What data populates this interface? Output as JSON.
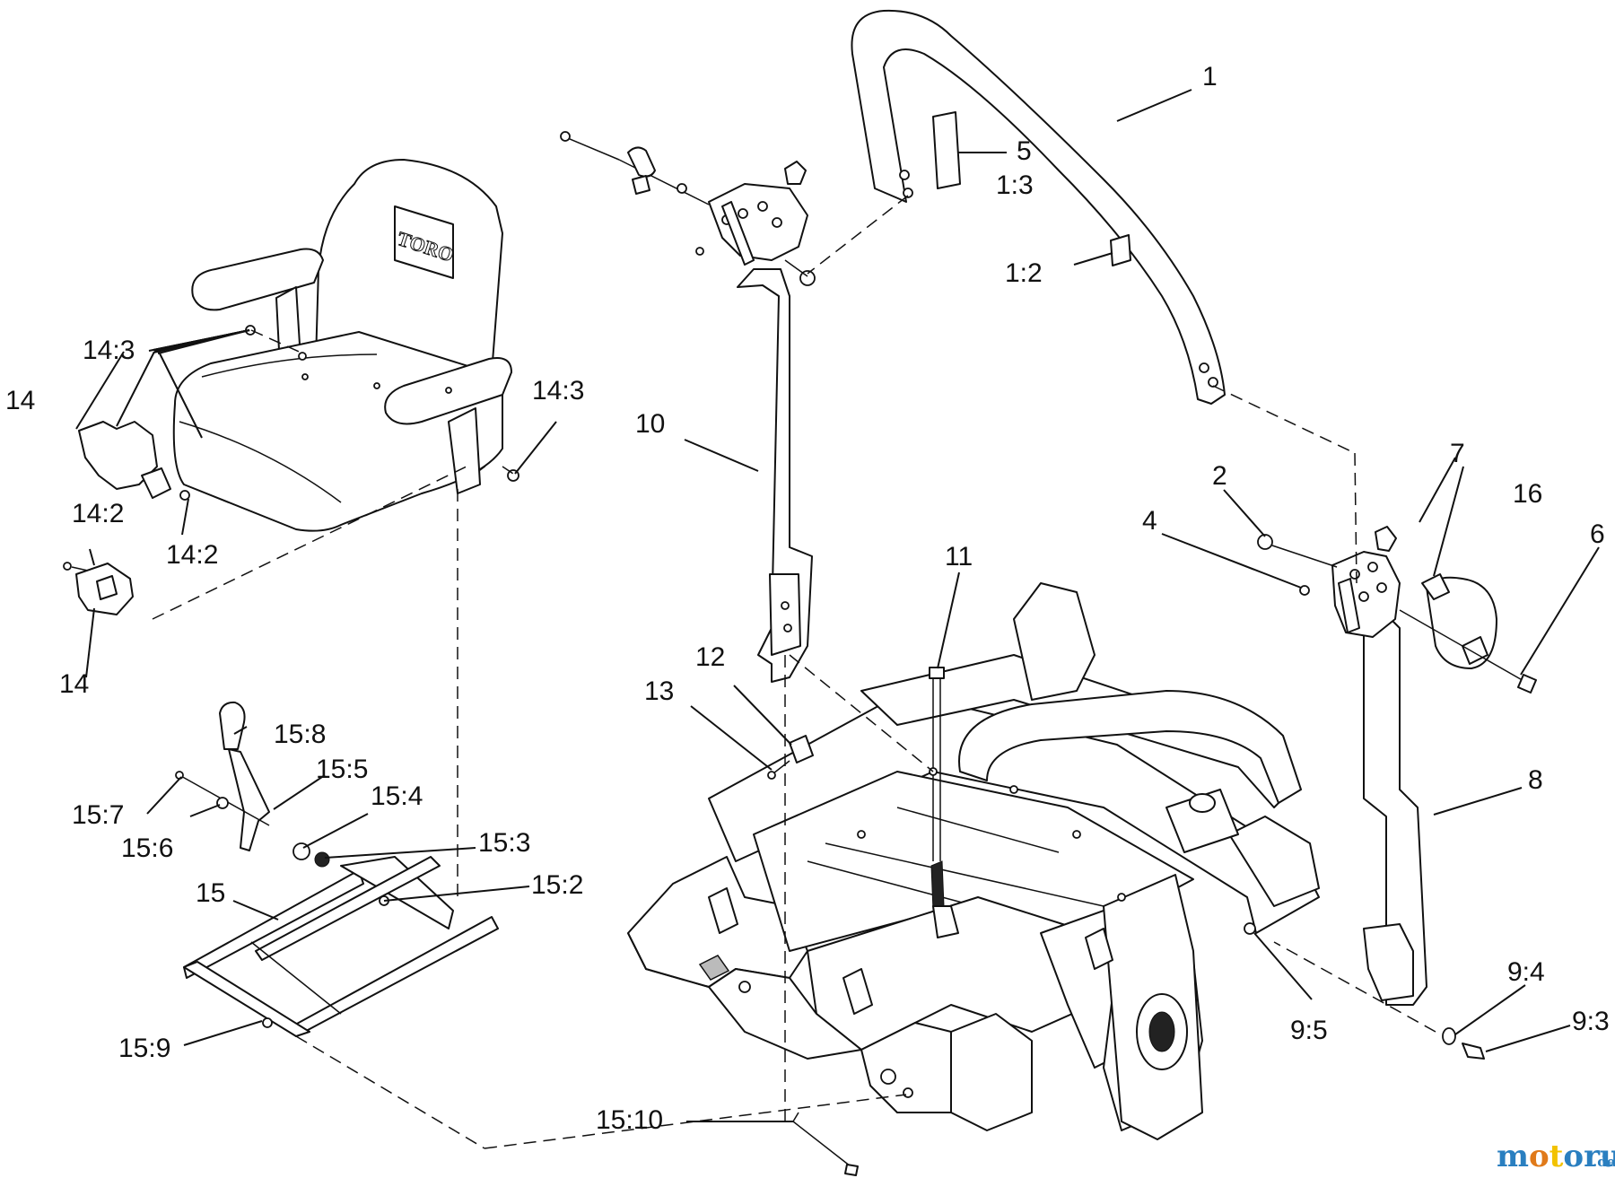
{
  "callouts": {
    "c1": "1",
    "c1_2": "1:2",
    "c1_3": "1:3",
    "c2": "2",
    "c4": "4",
    "c5": "5",
    "c6": "6",
    "c7": "7",
    "c8": "8",
    "c9_3": "9:3",
    "c9_4": "9:4",
    "c9_5": "9:5",
    "c10": "10",
    "c11": "11",
    "c12": "12",
    "c13": "13",
    "c14_a": "14",
    "c14_b": "14",
    "c14_2a": "14:2",
    "c14_2b": "14:2",
    "c14_3a": "14:3",
    "c14_3b": "14:3",
    "c15": "15",
    "c15_2": "15:2",
    "c15_3": "15:3",
    "c15_4": "15:4",
    "c15_5": "15:5",
    "c15_6": "15:6",
    "c15_7": "15:7",
    "c15_8": "15:8",
    "c15_9": "15:9",
    "c15_10": "15:10",
    "c16": "16"
  },
  "seat_brand": "TORO",
  "watermark": {
    "text": "motoruf",
    "suffix": ".de",
    "colors": {
      "m": "#2a7fc0",
      "o": "#e07a1a",
      "t": "#f2c200",
      "rest": "#2a7fc0"
    }
  },
  "colors": {
    "line": "#111111",
    "background": "#ffffff"
  }
}
